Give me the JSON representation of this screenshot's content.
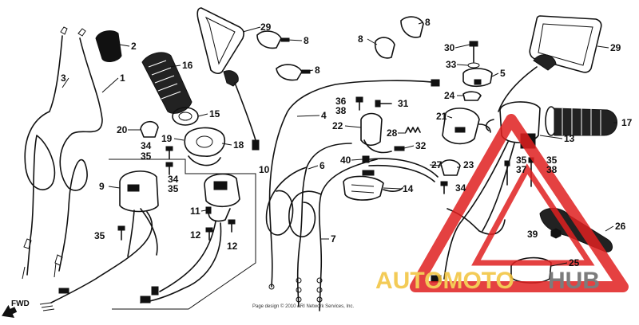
{
  "diagram": {
    "callouts": [
      {
        "id": "c1",
        "label": "1"
      },
      {
        "id": "c2",
        "label": "2"
      },
      {
        "id": "c3",
        "label": "3"
      },
      {
        "id": "c4",
        "label": "4"
      },
      {
        "id": "c5",
        "label": "5"
      },
      {
        "id": "c6",
        "label": "6"
      },
      {
        "id": "c7",
        "label": "7"
      },
      {
        "id": "c8a",
        "label": "8"
      },
      {
        "id": "c8b",
        "label": "8"
      },
      {
        "id": "c8c",
        "label": "8"
      },
      {
        "id": "c8d",
        "label": "8"
      },
      {
        "id": "c9",
        "label": "9"
      },
      {
        "id": "c10",
        "label": "10"
      },
      {
        "id": "c11",
        "label": "11"
      },
      {
        "id": "c12a",
        "label": "12"
      },
      {
        "id": "c12b",
        "label": "12"
      },
      {
        "id": "c13",
        "label": "13"
      },
      {
        "id": "c14",
        "label": "14"
      },
      {
        "id": "c15",
        "label": "15"
      },
      {
        "id": "c16",
        "label": "16"
      },
      {
        "id": "c17",
        "label": "17"
      },
      {
        "id": "c18",
        "label": "18"
      },
      {
        "id": "c19",
        "label": "19"
      },
      {
        "id": "c20",
        "label": "20"
      },
      {
        "id": "c21",
        "label": "21"
      },
      {
        "id": "c22",
        "label": "22"
      },
      {
        "id": "c23",
        "label": "23"
      },
      {
        "id": "c24",
        "label": "24"
      },
      {
        "id": "c25",
        "label": "25"
      },
      {
        "id": "c26",
        "label": "26"
      },
      {
        "id": "c27",
        "label": "27"
      },
      {
        "id": "c28",
        "label": "28"
      },
      {
        "id": "c29a",
        "label": "29"
      },
      {
        "id": "c29b",
        "label": "29"
      },
      {
        "id": "c30",
        "label": "30"
      },
      {
        "id": "c31",
        "label": "31"
      },
      {
        "id": "c32",
        "label": "32"
      },
      {
        "id": "c33",
        "label": "33"
      },
      {
        "id": "c34a",
        "label": "34"
      },
      {
        "id": "c34b",
        "label": "34"
      },
      {
        "id": "c34c",
        "label": "34"
      },
      {
        "id": "c35a",
        "label": "35"
      },
      {
        "id": "c35b",
        "label": "35"
      },
      {
        "id": "c35c",
        "label": "35"
      },
      {
        "id": "c35d",
        "label": "35"
      },
      {
        "id": "c35e",
        "label": "35"
      },
      {
        "id": "c36",
        "label": "36"
      },
      {
        "id": "c37",
        "label": "37"
      },
      {
        "id": "c38a",
        "label": "38"
      },
      {
        "id": "c38b",
        "label": "38"
      },
      {
        "id": "c39",
        "label": "39"
      },
      {
        "id": "c40",
        "label": "40"
      }
    ],
    "direction_label": "FWD",
    "copyright": "Page design © 2010 ARI Network Services, Inc.",
    "watermark": {
      "part1": "AUTOMOTO",
      "part2": "HUB"
    }
  },
  "colors": {
    "line": "#111111",
    "watermark_red": "#e02020",
    "watermark_gold": "#f2c23a",
    "watermark_gray": "#666666"
  }
}
